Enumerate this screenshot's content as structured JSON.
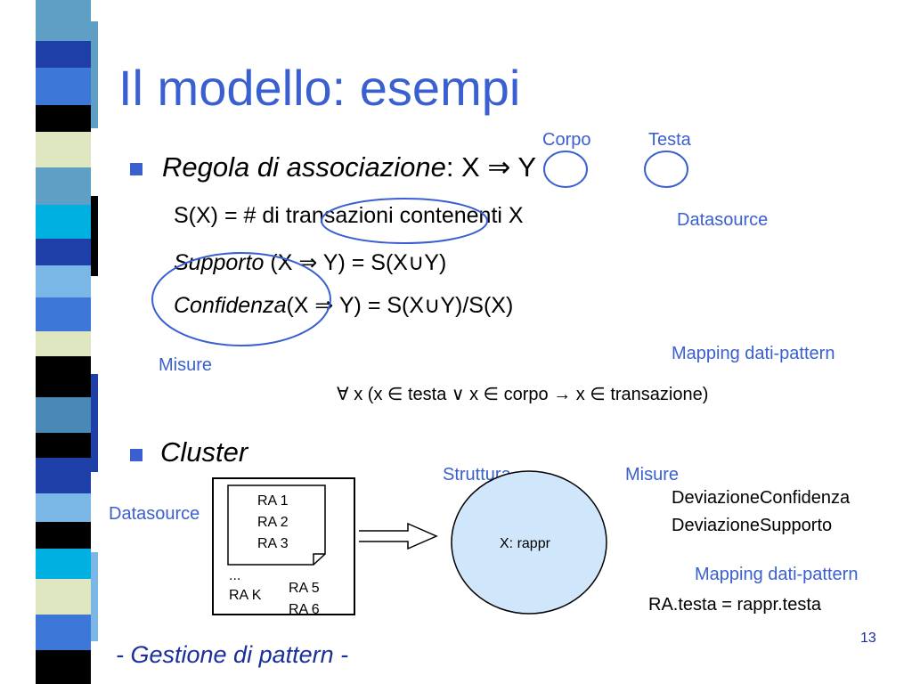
{
  "slide": {
    "title": "Il modello: esempi",
    "page_number": "13",
    "footer": "- Gestione di pattern -"
  },
  "rule": {
    "label_corpo": "Corpo",
    "label_testa": "Testa",
    "heading_italic": "Regola di associazione",
    "heading_rest": ": X  ⇒  Y",
    "support_def": "S(X) = # di transazioni contenenti X",
    "datasource_label": "Datasource",
    "support_italic": "Supporto",
    "support_rest": " (X  ⇒  Y) = S(X∪Y)",
    "confidence_italic": "Confidenza",
    "confidence_rest": "(X  ⇒  Y)  =  S(X∪Y)/S(X)",
    "measures_label": "Misure",
    "mapping_label": "Mapping dati-pattern",
    "mapping_formula": "∀ x (x ∈ testa  ∨ x ∈ corpo → x ∈ transazione)"
  },
  "cluster": {
    "heading": "Cluster",
    "structure_label": "Struttura",
    "measures_label": "Misure",
    "datasource_label": "Datasource",
    "doc_lines": [
      "RA 1",
      "RA 2",
      "RA 3"
    ],
    "ellipsis": "...",
    "ra_k": "RA K",
    "ra_5": "RA 5",
    "ra_6": "RA 6",
    "ellipse_text": "X: rappr",
    "measure_1": "DeviazioneConfidenza",
    "measure_2": "DeviazioneSupporto",
    "mapping_label": "Mapping dati-pattern",
    "mapping_formula": "RA.testa = rappr.testa"
  },
  "colors": {
    "accent": "#3a5fd0",
    "footer": "#1a2f9a",
    "ellipse_fill": "#cfe6fb",
    "stripe": [
      "#5f9fc5",
      "#000000",
      "#1f3fa8",
      "#dfe7c0",
      "#7ab6e6",
      "#4a88b8",
      "#00b0e0"
    ]
  }
}
